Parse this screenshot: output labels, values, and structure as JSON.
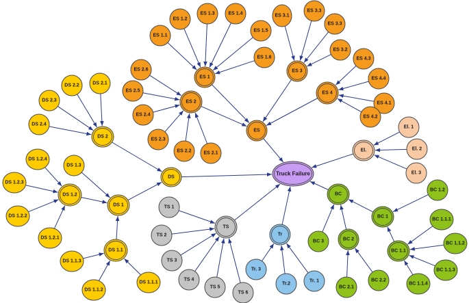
{
  "colors": {
    "orange": "#f59a1c",
    "yellow": "#ffcc00",
    "green": "#8ec21a",
    "gray": "#c4c4c4",
    "blue": "#8cc4ec",
    "peach": "#f9c9a4",
    "violet": "#c89cf4",
    "edge": "#2a3a8c"
  },
  "nodes": [
    {
      "id": "ES1.1",
      "label": "ES 1.1",
      "color": "orange"
    },
    {
      "id": "ES1.2",
      "label": "ES 1.2",
      "color": "orange"
    },
    {
      "id": "ES1.3",
      "label": "ES 1.3",
      "color": "orange"
    },
    {
      "id": "ES1.4",
      "label": "ES 1.4",
      "color": "orange"
    },
    {
      "id": "ES1.5",
      "label": "ES 1.5",
      "color": "orange"
    },
    {
      "id": "ES1.6",
      "label": "ES 1.6",
      "color": "orange"
    },
    {
      "id": "ES1",
      "label": "ES 1",
      "color": "orange",
      "hub": true
    },
    {
      "id": "ES3.1",
      "label": "ES 3.1",
      "color": "orange"
    },
    {
      "id": "ES3.3",
      "label": "ES 3.3",
      "color": "orange"
    },
    {
      "id": "ES3.3b",
      "label": "ES 3.3",
      "color": "orange"
    },
    {
      "id": "ES3.2",
      "label": "ES 3.2",
      "color": "orange"
    },
    {
      "id": "ES3",
      "label": "ES 3",
      "color": "orange",
      "hub": true
    },
    {
      "id": "ES4.3",
      "label": "ES 4.3",
      "color": "orange"
    },
    {
      "id": "ES4.4",
      "label": "ES 4.4",
      "color": "orange"
    },
    {
      "id": "ES4.1",
      "label": "ES 4.1",
      "color": "orange"
    },
    {
      "id": "ES4.2",
      "label": "ES 4.2",
      "color": "orange"
    },
    {
      "id": "ES4",
      "label": "ES 4",
      "color": "orange",
      "hub": true
    },
    {
      "id": "ES2.6",
      "label": "ES 2.6",
      "color": "orange"
    },
    {
      "id": "ES2.5",
      "label": "ES 2.5",
      "color": "orange"
    },
    {
      "id": "ES2.4",
      "label": "ES 2.4",
      "color": "orange"
    },
    {
      "id": "ES2.3",
      "label": "ES 2.3",
      "color": "orange"
    },
    {
      "id": "ES2.2",
      "label": "ES 2.2",
      "color": "orange"
    },
    {
      "id": "ES2.1",
      "label": "ES 2.1",
      "color": "orange"
    },
    {
      "id": "ES2",
      "label": "ES 2",
      "color": "orange",
      "hub": true
    },
    {
      "id": "ES",
      "label": "ES",
      "color": "orange",
      "hub": true
    },
    {
      "id": "DS2.2",
      "label": "DS 2.2",
      "color": "yellow"
    },
    {
      "id": "DS2.1",
      "label": "DS 2.1",
      "color": "yellow"
    },
    {
      "id": "DS2.3",
      "label": "DS 2.3",
      "color": "yellow"
    },
    {
      "id": "DS2.4",
      "label": "DS 2.4",
      "color": "yellow"
    },
    {
      "id": "DS2",
      "label": "DS 2",
      "color": "yellow",
      "hub": true
    },
    {
      "id": "DS1.2.4",
      "label": "DS 1.2.4",
      "color": "yellow"
    },
    {
      "id": "DS1.3",
      "label": "DS 1.3",
      "color": "yellow"
    },
    {
      "id": "DS1.2.3",
      "label": "DS 1.2.3",
      "color": "yellow"
    },
    {
      "id": "DS1.2",
      "label": "DS 1.2",
      "color": "yellow",
      "hub": true
    },
    {
      "id": "DS1.2.2",
      "label": "DS 1.2.2",
      "color": "yellow"
    },
    {
      "id": "DS1.2.1",
      "label": "DS 1.2.1",
      "color": "yellow"
    },
    {
      "id": "DS1",
      "label": "DS 1",
      "color": "yellow",
      "hub": true
    },
    {
      "id": "DS",
      "label": "DS",
      "color": "yellow",
      "hub": true
    },
    {
      "id": "DS1.1",
      "label": "DS 1.1",
      "color": "yellow",
      "hub": true
    },
    {
      "id": "DS1.1.3",
      "label": "DS 1.1.3",
      "color": "yellow"
    },
    {
      "id": "DS1.1.2",
      "label": "DS 1.1.2",
      "color": "yellow"
    },
    {
      "id": "DS1.1.1",
      "label": "DS 1.1.1",
      "color": "yellow"
    },
    {
      "id": "TS1",
      "label": "TS 1",
      "color": "gray"
    },
    {
      "id": "TS2",
      "label": "TS 2",
      "color": "gray"
    },
    {
      "id": "TS3",
      "label": "TS 3",
      "color": "gray"
    },
    {
      "id": "TS4",
      "label": "TS 4",
      "color": "gray"
    },
    {
      "id": "TS5",
      "label": "TS 5",
      "color": "gray"
    },
    {
      "id": "TS6",
      "label": "TS 6",
      "color": "gray"
    },
    {
      "id": "TS",
      "label": "TS",
      "color": "gray",
      "hub": true
    },
    {
      "id": "Tr",
      "label": "Tr",
      "color": "blue",
      "hub": true
    },
    {
      "id": "Tr3",
      "label": "Tr. 3",
      "color": "blue"
    },
    {
      "id": "Tr2",
      "label": "Tr.2",
      "color": "blue"
    },
    {
      "id": "Tr1",
      "label": "Tr. 1",
      "color": "blue"
    },
    {
      "id": "TF",
      "label": "Truck Failure",
      "color": "violet",
      "hub": true
    },
    {
      "id": "El",
      "label": "El.",
      "color": "peach",
      "hub": true
    },
    {
      "id": "El1",
      "label": "El. 1",
      "color": "peach"
    },
    {
      "id": "El2",
      "label": "El. 2",
      "color": "peach"
    },
    {
      "id": "El3",
      "label": "El. 3",
      "color": "peach"
    },
    {
      "id": "BC",
      "label": "BC",
      "color": "green",
      "hub": true
    },
    {
      "id": "BC1.2",
      "label": "BC 1.2",
      "color": "green"
    },
    {
      "id": "BC1",
      "label": "BC 1",
      "color": "green",
      "hub": true
    },
    {
      "id": "BC3",
      "label": "BC 3",
      "color": "green"
    },
    {
      "id": "BC2",
      "label": "BC 2",
      "color": "green",
      "hub": true
    },
    {
      "id": "BC1.1.1",
      "label": "BC 1.1.1",
      "color": "green"
    },
    {
      "id": "BC1.1",
      "label": "BC 1.1",
      "color": "green",
      "hub": true
    },
    {
      "id": "BC1.1.2",
      "label": "BC 1.1.2",
      "color": "green"
    },
    {
      "id": "BC1.1.3",
      "label": "BC 1.1.3",
      "color": "green"
    },
    {
      "id": "BC2.1",
      "label": "BC 2.1",
      "color": "green"
    },
    {
      "id": "BC2.2",
      "label": "BC 2.2",
      "color": "green"
    },
    {
      "id": "BC1.1.4",
      "label": "BC 1.1.4",
      "color": "green"
    }
  ],
  "edges": [
    [
      "ES1.1",
      "ES1"
    ],
    [
      "ES1.2",
      "ES1"
    ],
    [
      "ES1.3",
      "ES1"
    ],
    [
      "ES1.4",
      "ES1"
    ],
    [
      "ES1.5",
      "ES1"
    ],
    [
      "ES1.6",
      "ES1"
    ],
    [
      "ES3.1",
      "ES3"
    ],
    [
      "ES3.3",
      "ES3"
    ],
    [
      "ES3.3b",
      "ES3"
    ],
    [
      "ES3.2",
      "ES3"
    ],
    [
      "ES4.3",
      "ES4"
    ],
    [
      "ES4.4",
      "ES4"
    ],
    [
      "ES4.1",
      "ES4"
    ],
    [
      "ES4.2",
      "ES4"
    ],
    [
      "ES2.6",
      "ES2"
    ],
    [
      "ES2.5",
      "ES2"
    ],
    [
      "ES2.4",
      "ES2"
    ],
    [
      "ES2.3",
      "ES2"
    ],
    [
      "ES2.2",
      "ES2"
    ],
    [
      "ES2.1",
      "ES2"
    ],
    [
      "ES1",
      "ES"
    ],
    [
      "ES2",
      "ES"
    ],
    [
      "ES3",
      "ES"
    ],
    [
      "ES4",
      "ES"
    ],
    [
      "ES",
      "TF"
    ],
    [
      "DS2.2",
      "DS2"
    ],
    [
      "DS2.1",
      "DS2"
    ],
    [
      "DS2.3",
      "DS2"
    ],
    [
      "DS2.4",
      "DS2"
    ],
    [
      "DS2",
      "DS"
    ],
    [
      "DS1.2.4",
      "DS1.2"
    ],
    [
      "DS1.2.3",
      "DS1.2"
    ],
    [
      "DS1.2.2",
      "DS1.2"
    ],
    [
      "DS1.2.1",
      "DS1.2"
    ],
    [
      "DS1.3",
      "DS1"
    ],
    [
      "DS1.2",
      "DS1"
    ],
    [
      "DS1.1",
      "DS1"
    ],
    [
      "DS1.1.3",
      "DS1.1"
    ],
    [
      "DS1.1.2",
      "DS1.1"
    ],
    [
      "DS1.1.1",
      "DS1.1"
    ],
    [
      "DS1",
      "DS"
    ],
    [
      "DS",
      "TF"
    ],
    [
      "TS1",
      "TS"
    ],
    [
      "TS2",
      "TS"
    ],
    [
      "TS3",
      "TS"
    ],
    [
      "TS4",
      "TS"
    ],
    [
      "TS5",
      "TS"
    ],
    [
      "TS6",
      "TS"
    ],
    [
      "TS",
      "TF"
    ],
    [
      "Tr3",
      "Tr"
    ],
    [
      "Tr2",
      "Tr"
    ],
    [
      "Tr1",
      "Tr"
    ],
    [
      "Tr",
      "TF"
    ],
    [
      "El1",
      "El"
    ],
    [
      "El2",
      "El"
    ],
    [
      "El3",
      "El"
    ],
    [
      "El",
      "TF"
    ],
    [
      "BC1.2",
      "BC1"
    ],
    [
      "BC1",
      "BC"
    ],
    [
      "BC3",
      "BC"
    ],
    [
      "BC2",
      "BC"
    ],
    [
      "BC",
      "TF"
    ],
    [
      "BC1.1.1",
      "BC1.1"
    ],
    [
      "BC1.1.2",
      "BC1.1"
    ],
    [
      "BC1.1.3",
      "BC1.1"
    ],
    [
      "BC1.1.4",
      "BC1.1"
    ],
    [
      "BC1.1",
      "BC1"
    ],
    [
      "BC2.1",
      "BC2"
    ],
    [
      "BC2.2",
      "BC2"
    ]
  ]
}
